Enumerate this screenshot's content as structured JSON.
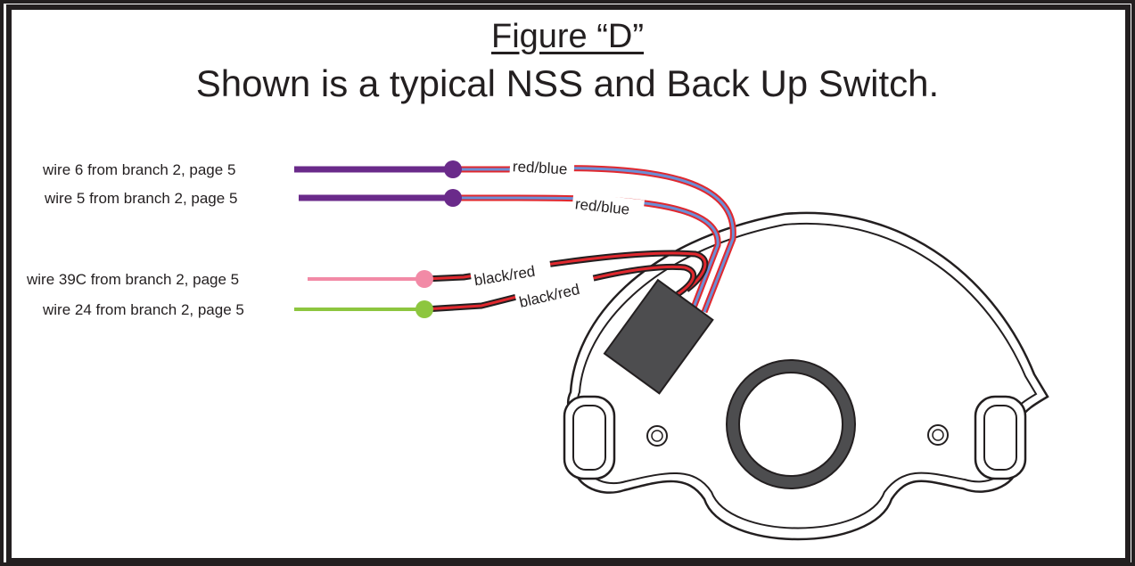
{
  "figure": {
    "title": "Figure “D”",
    "subtitle": "Shown is a typical NSS and Back Up Switch."
  },
  "wires": [
    {
      "id": "wire6",
      "label": "wire 6 from branch 2, page 5",
      "color_label": "red/blue",
      "lead_color": "#6a2a8a"
    },
    {
      "id": "wire5",
      "label": "wire 5 from branch 2, page 5",
      "color_label": "red/blue",
      "lead_color": "#6a2a8a"
    },
    {
      "id": "wire39c",
      "label": "wire 39C from branch 2, page 5",
      "color_label": "black/red",
      "lead_color": "#f28aa6"
    },
    {
      "id": "wire24",
      "label": "wire 24 from branch 2, page 5",
      "color_label": "black/red",
      "lead_color": "#8dc63f"
    }
  ],
  "colors": {
    "frame": "#231f20",
    "red_blue_outer": "#e0282e",
    "red_blue_inner": "#6b8fd6",
    "black_red_outer": "#231f20",
    "black_red_inner": "#e0282e",
    "connector": "#4d4d4f",
    "shaft_ring": "#4d4d4f"
  }
}
